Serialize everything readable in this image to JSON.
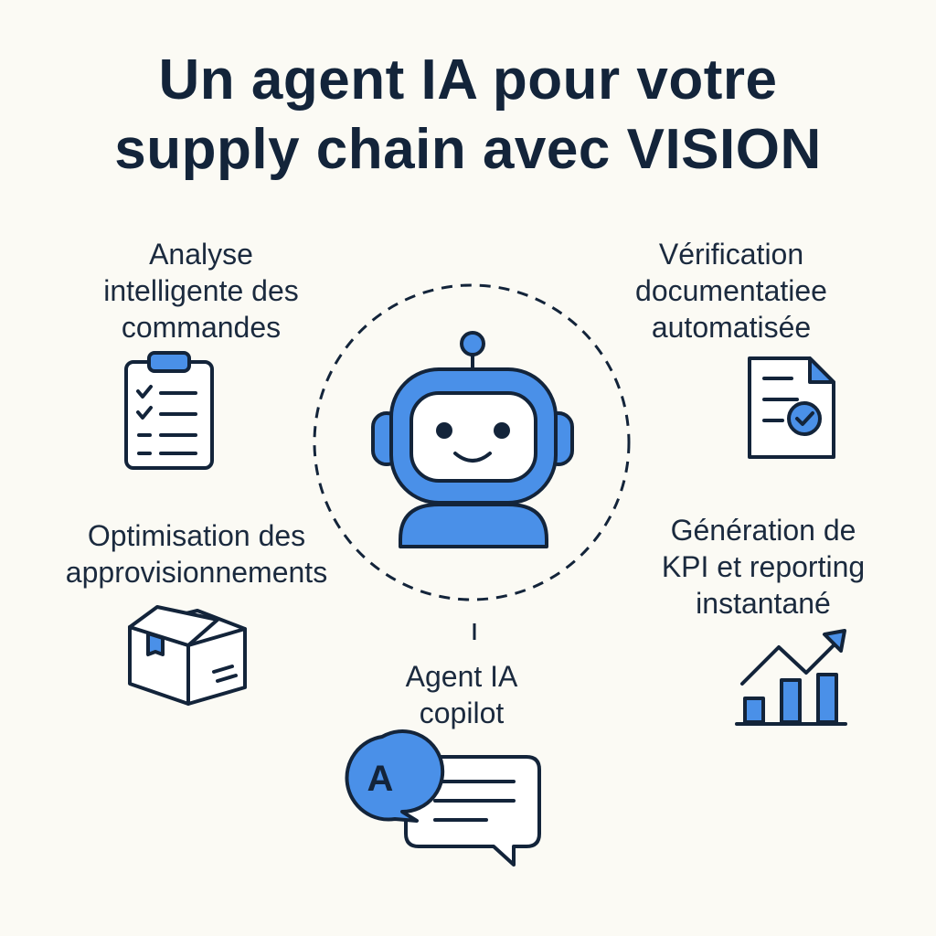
{
  "title": {
    "line1": "Un agent IA pour votre",
    "line2": "supply chain avec VISION"
  },
  "features": {
    "analyse": {
      "line1": "Analyse",
      "line2": "intelligente des",
      "line3": "commandes",
      "icon": "clipboard-checklist-icon"
    },
    "verification": {
      "line1": "Vérification",
      "line2": "documentatiee",
      "line3": "automatisée",
      "icon": "document-check-icon"
    },
    "optimisation": {
      "line1": "Optimisation des",
      "line2": "approvisionnements",
      "icon": "package-box-icon"
    },
    "generation": {
      "line1": "Génération de",
      "line2": "KPI et reporting",
      "line3": "instantané",
      "icon": "bar-chart-growth-icon"
    },
    "agent": {
      "line1": "Agent IA",
      "line2": "copilot",
      "icon": "chat-assistant-icon",
      "badge": "A"
    }
  },
  "center": {
    "icon": "robot-icon"
  },
  "colors": {
    "accent": "#4a90e8",
    "stroke": "#13243a",
    "background": "#fbfaf4"
  }
}
